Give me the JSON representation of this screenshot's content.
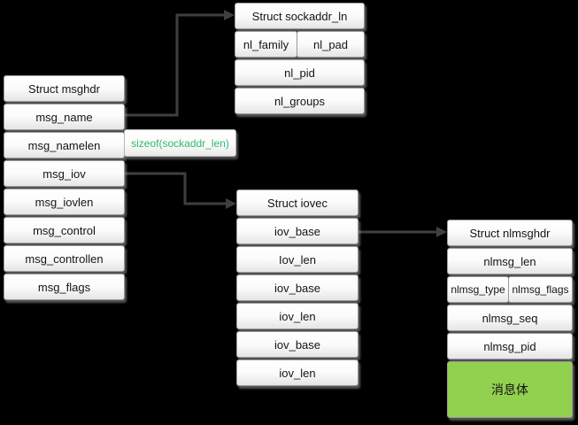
{
  "diagram": {
    "background": "#000000",
    "structs": {
      "msghdr": {
        "title": "Struct msghdr",
        "rows": [
          "msg_name",
          "msg_namelen",
          "msg_iov",
          "msg_iovlen",
          "msg_control",
          "msg_controllen",
          "msg_flags"
        ]
      },
      "sockaddr_ln": {
        "title": "Struct sockaddr_ln",
        "split_row": [
          "nl_family",
          "nl_pad"
        ],
        "rows": [
          "nl_pid",
          "nl_groups"
        ]
      },
      "iovec": {
        "title": "Struct iovec",
        "rows": [
          "iov_base",
          "Iov_len",
          "iov_base",
          "iov_len",
          "iov_base",
          "iov_len"
        ]
      },
      "nlmsghdr": {
        "title": "Struct nlmsghdr",
        "row_len": "nlmsg_len",
        "split_row": [
          "nlmsg_type",
          "nlmsg_flags"
        ],
        "row_seq": "nlmsg_seq",
        "row_pid": "nlmsg_pid",
        "body": "消息体"
      }
    },
    "annotation": {
      "text": "sizeof(sockaddr_len)",
      "color": "#2db86e"
    },
    "colors": {
      "arrow": "#3f3f3f",
      "cell_border": "#9a9a9a",
      "message_body_fill": "#92d050"
    }
  }
}
